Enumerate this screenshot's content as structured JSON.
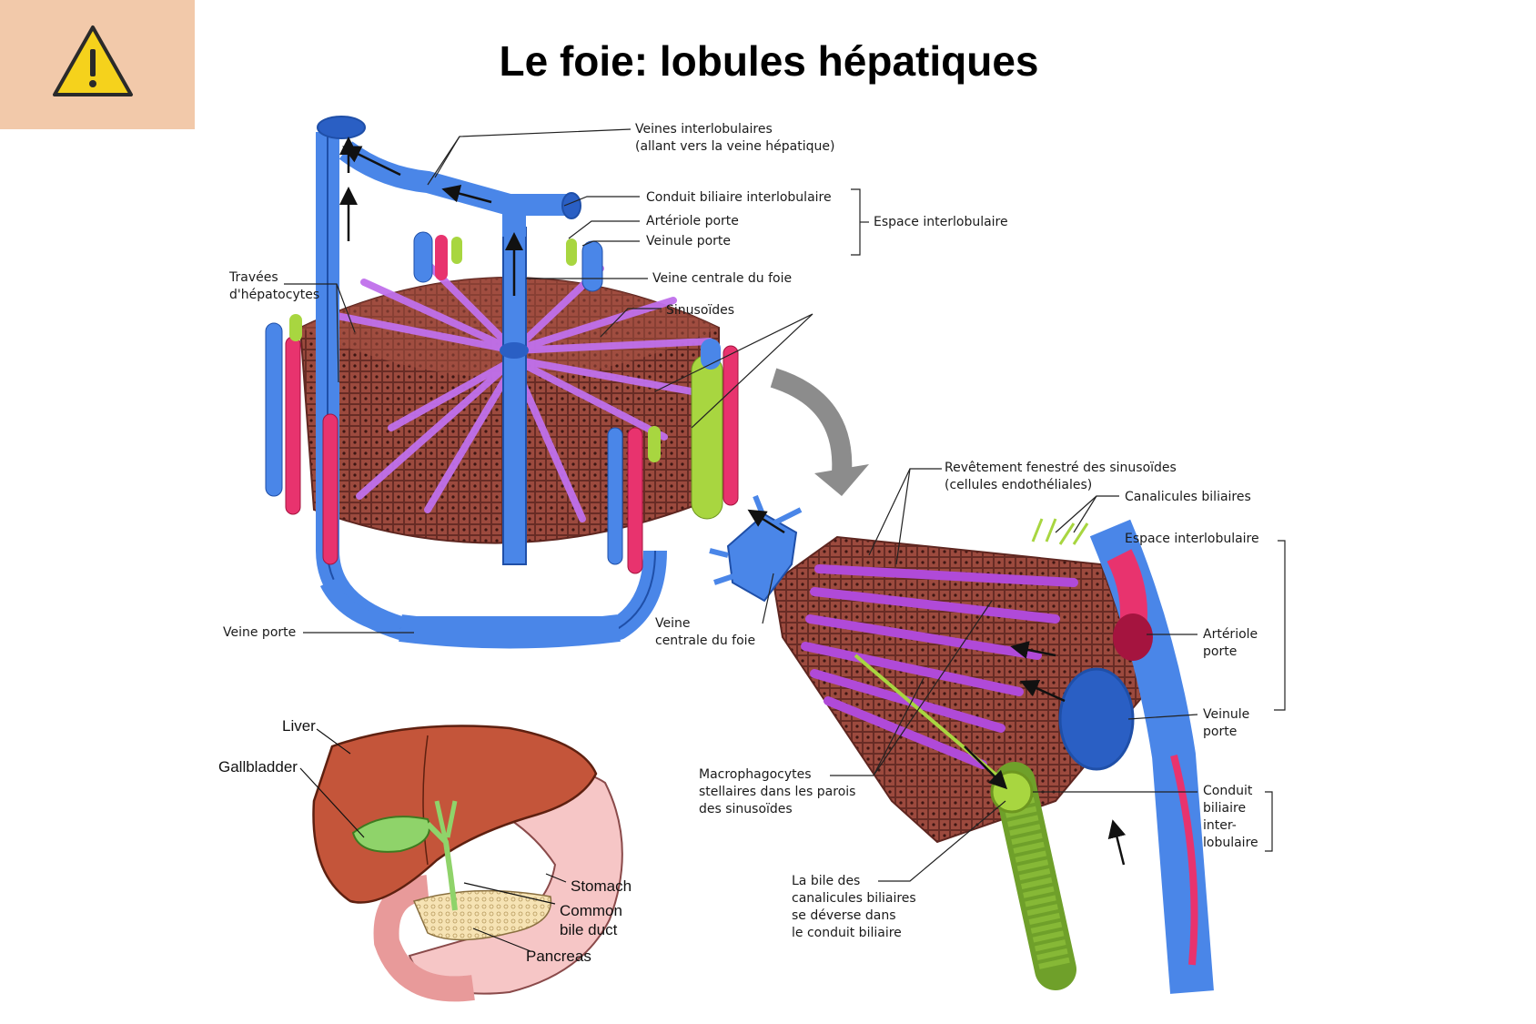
{
  "title": "Le foie: lobules hépatiques",
  "warning_icon": "warning-triangle-icon",
  "colors": {
    "vein_blue": "#4a86e8",
    "artery_pink": "#e8336e",
    "bile_green": "#a8d640",
    "sinusoid_purple": "#b04ad8",
    "hepatocyte_brown": "#8a3c32",
    "liver_fill": "#c4553a",
    "warning_bg": "#f2c9aa"
  },
  "lobule_labels": {
    "interlobular_veins": "Veines interlobulaires\n(allant vers la veine hépatique)",
    "bile_duct": "Conduit biliaire interlobulaire",
    "portal_arteriole": "Artériole porte",
    "portal_venule": "Veinule porte",
    "interlobular_space": "Espace interlobulaire",
    "hepatocyte_plates": "Travées\nd'hépatocytes",
    "central_vein": "Veine centrale du foie",
    "sinusoids": "Sinusoïdes",
    "portal_vein": "Veine porte"
  },
  "detail_labels": {
    "fenestrated_lining": "Revêtement fenestré des sinusoïdes\n(cellules endothéliales)",
    "bile_canaliculi": "Canalicules biliaires",
    "interlobular_space": "Espace interlobulaire",
    "central_vein": "Veine\ncentrale du foie",
    "portal_arteriole": "Artériole\nporte",
    "portal_venule": "Veinule\nporte",
    "bile_duct": "Conduit\nbiliaire\ninter-\nlobulaire",
    "stellate_macrophages": "Macrophagocytes\nstellaires dans les parois\ndes sinusoïdes",
    "bile_flow": "La bile des\ncanalicules biliaires\nse déverse dans\nle conduit biliaire"
  },
  "organ_labels": {
    "liver": "Liver",
    "gallbladder": "Gallbladder",
    "stomach": "Stomach",
    "common_bile_duct": "Common\nbile duct",
    "pancreas": "Pancreas"
  }
}
